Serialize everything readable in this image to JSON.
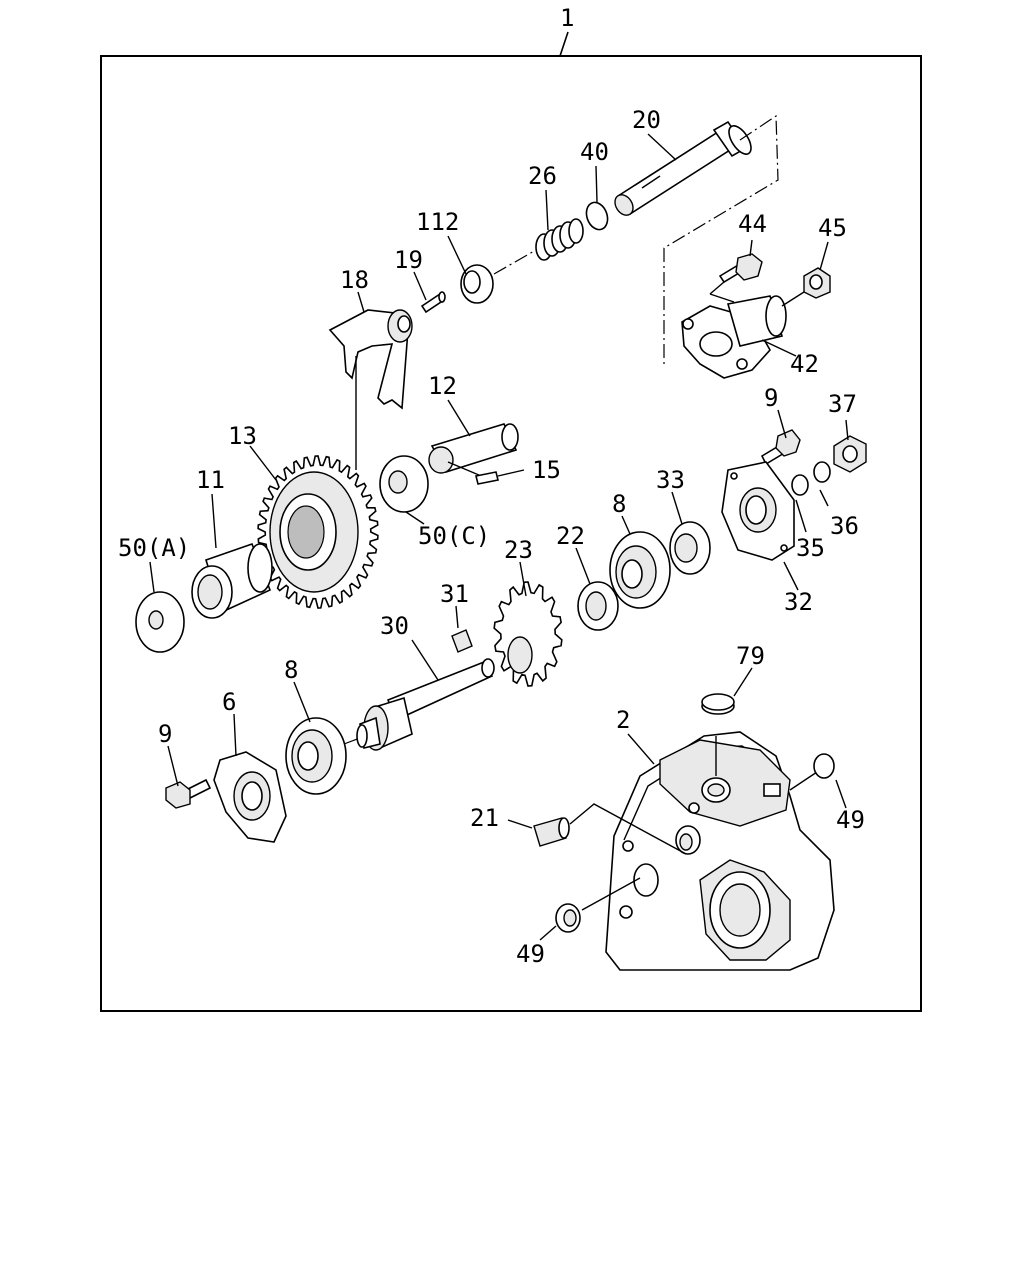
{
  "diagram": {
    "assembly_label": "1",
    "callouts": [
      {
        "id": "c1",
        "text": "1"
      },
      {
        "id": "c20",
        "text": "20"
      },
      {
        "id": "c40",
        "text": "40"
      },
      {
        "id": "c26",
        "text": "26"
      },
      {
        "id": "c112",
        "text": "112"
      },
      {
        "id": "c19",
        "text": "19"
      },
      {
        "id": "c18",
        "text": "18"
      },
      {
        "id": "c44",
        "text": "44"
      },
      {
        "id": "c45",
        "text": "45"
      },
      {
        "id": "c42",
        "text": "42"
      },
      {
        "id": "c12",
        "text": "12"
      },
      {
        "id": "c13",
        "text": "13"
      },
      {
        "id": "c15",
        "text": "15"
      },
      {
        "id": "c11",
        "text": "11"
      },
      {
        "id": "c50a",
        "text": "50(A)"
      },
      {
        "id": "c50c",
        "text": "50(C)"
      },
      {
        "id": "c9a",
        "text": "9"
      },
      {
        "id": "c37",
        "text": "37"
      },
      {
        "id": "c33",
        "text": "33"
      },
      {
        "id": "c8a",
        "text": "8"
      },
      {
        "id": "c22",
        "text": "22"
      },
      {
        "id": "c23",
        "text": "23"
      },
      {
        "id": "c36",
        "text": "36"
      },
      {
        "id": "c35",
        "text": "35"
      },
      {
        "id": "c32",
        "text": "32"
      },
      {
        "id": "c31",
        "text": "31"
      },
      {
        "id": "c30",
        "text": "30"
      },
      {
        "id": "c79",
        "text": "79"
      },
      {
        "id": "c8b",
        "text": "8"
      },
      {
        "id": "c6",
        "text": "6"
      },
      {
        "id": "c9b",
        "text": "9"
      },
      {
        "id": "c2",
        "text": "2"
      },
      {
        "id": "c21",
        "text": "21"
      },
      {
        "id": "c49a",
        "text": "49"
      },
      {
        "id": "c49b",
        "text": "49"
      }
    ]
  }
}
